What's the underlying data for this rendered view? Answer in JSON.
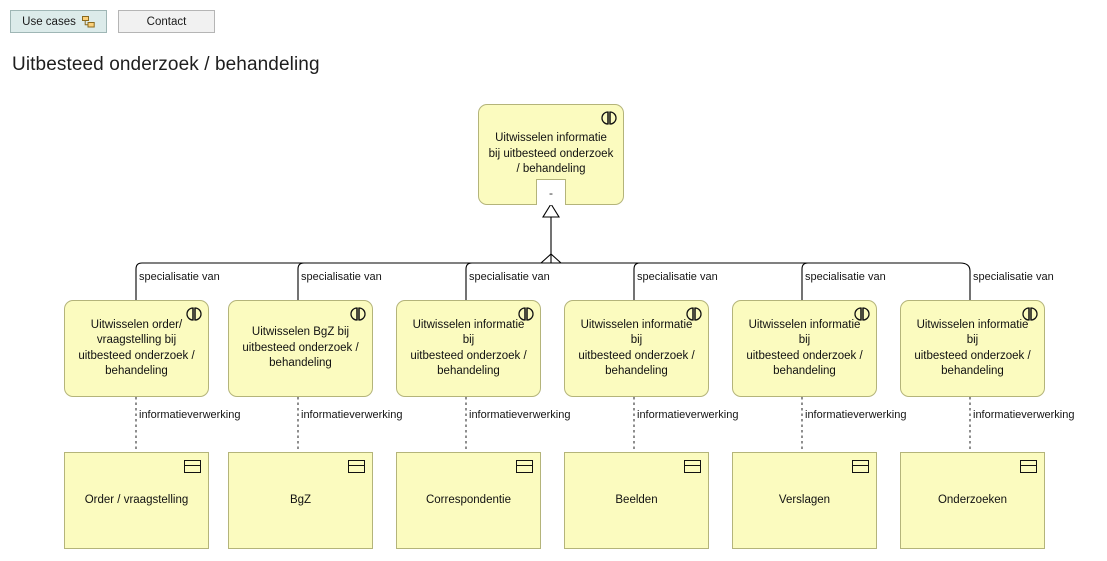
{
  "tabs": [
    {
      "label": "Use cases",
      "icon": "diagram-icon",
      "active": true
    },
    {
      "label": "Contact",
      "icon": "",
      "active": false
    }
  ],
  "page": {
    "title": "Uitbesteed onderzoek / behandeling"
  },
  "diagram": {
    "type": "archimate-specialization-tree",
    "colors": {
      "node_fill": "#fbfbbf",
      "node_border": "#b4b47a",
      "connector": "#000000",
      "tab_active_bg": "#dcebea",
      "tab_inactive_bg": "#f1f1f1"
    },
    "root": {
      "label": "Uitwisselen informatie bij uitbesteed onderzoek / behandeling",
      "icon": "business-interaction-icon",
      "collapse_label": "-"
    },
    "specialization_label": "specialisatie van",
    "realization_label": "informatieverwerking",
    "columns": [
      {
        "specialization_label": "specialisatie van",
        "process": {
          "label": "Uitwisselen order/\nvraagstelling bij\nuitbesteed onderzoek /\nbehandeling",
          "icon": "business-interaction-icon"
        },
        "realization_label": "informatieverwerking",
        "object": {
          "label": "Order / vraagstelling",
          "icon": "business-object-icon"
        }
      },
      {
        "specialization_label": "specialisatie van",
        "process": {
          "label": "Uitwisselen BgZ bij\nuitbesteed onderzoek /\nbehandeling",
          "icon": "business-interaction-icon"
        },
        "realization_label": "informatieverwerking",
        "object": {
          "label": "BgZ",
          "icon": "business-object-icon"
        }
      },
      {
        "specialization_label": "specialisatie van",
        "process": {
          "label": "Uitwisselen informatie bij\nuitbesteed onderzoek /\nbehandeling",
          "icon": "business-interaction-icon"
        },
        "realization_label": "informatieverwerking",
        "object": {
          "label": "Correspondentie",
          "icon": "business-object-icon"
        }
      },
      {
        "specialization_label": "specialisatie van",
        "process": {
          "label": "Uitwisselen informatie bij\nuitbesteed onderzoek /\nbehandeling",
          "icon": "business-interaction-icon"
        },
        "realization_label": "informatieverwerking",
        "object": {
          "label": "Beelden",
          "icon": "business-object-icon"
        }
      },
      {
        "specialization_label": "specialisatie van",
        "process": {
          "label": "Uitwisselen informatie bij\nuitbesteed onderzoek /\nbehandeling",
          "icon": "business-interaction-icon"
        },
        "realization_label": "informatieverwerking",
        "object": {
          "label": "Verslagen",
          "icon": "business-object-icon"
        }
      },
      {
        "specialization_label": "specialisatie van",
        "process": {
          "label": "Uitwisselen informatie bij\nuitbesteed onderzoek /\nbehandeling",
          "icon": "business-interaction-icon"
        },
        "realization_label": "informatieverwerking",
        "object": {
          "label": "Onderzoeken",
          "icon": "business-object-icon"
        }
      }
    ]
  }
}
